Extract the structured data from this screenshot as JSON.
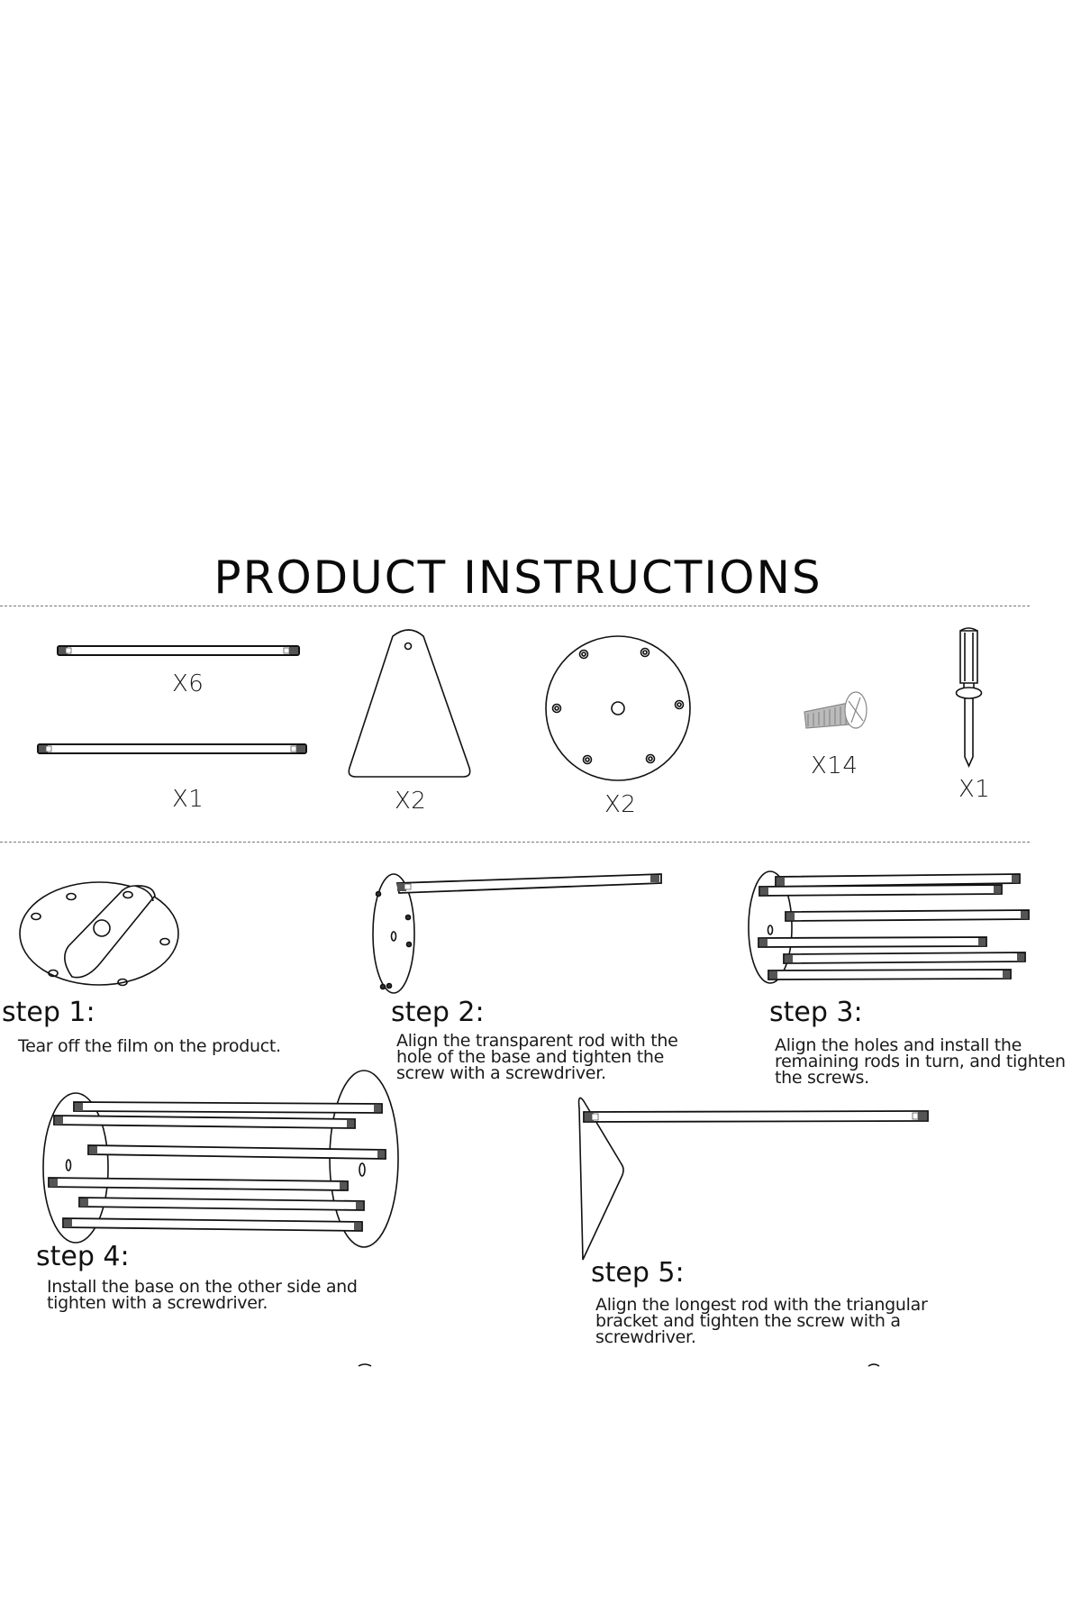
{
  "document": {
    "title": "PRODUCT INSTRUCTIONS"
  },
  "parts": [
    {
      "name": "short-rod",
      "quantity": "X6"
    },
    {
      "name": "long-rod",
      "quantity": "X1"
    },
    {
      "name": "triangular-bracket",
      "quantity": "X2"
    },
    {
      "name": "round-base",
      "quantity": "X2"
    },
    {
      "name": "screw",
      "quantity": "X14"
    },
    {
      "name": "screwdriver",
      "quantity": "X1"
    }
  ],
  "steps": [
    {
      "heading": "step 1:",
      "lines": [
        "Tear off the film on the product."
      ]
    },
    {
      "heading": "step 2:",
      "lines": [
        "Align the transparent rod with the",
        "hole of the base and tighten the",
        "screw with a screwdriver."
      ]
    },
    {
      "heading": "step 3:",
      "lines": [
        "Align the holes and install the",
        "remaining rods in turn, and tighten",
        "the screws."
      ]
    },
    {
      "heading": "step 4:",
      "lines": [
        "Install the base on the other side and",
        "tighten with a screwdriver."
      ]
    },
    {
      "heading": "step 5:",
      "lines": [
        "Align the longest rod with the triangular",
        "bracket and tighten the screw with a",
        "screwdriver."
      ]
    }
  ],
  "colors": {
    "background": "#ffffff",
    "ink": "#111111",
    "divider": "#777777"
  }
}
